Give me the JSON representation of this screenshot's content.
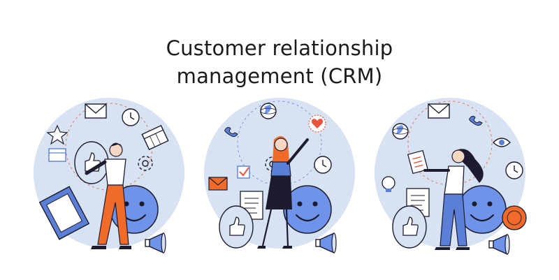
{
  "title": {
    "line1": "Customer relationship",
    "line2": "management (CRM)"
  },
  "colors": {
    "circle_bg": "#d7e2f3",
    "accent_blue": "#5b7fd6",
    "smiley_blue": "#6f93e8",
    "orange": "#f06a2a",
    "heart_red": "#e9553b",
    "ink": "#1c1c2e"
  },
  "illustrations": [
    {
      "name": "crm-scene-man-holding-thumbs-up",
      "icons": [
        "envelope-icon",
        "alarm-clock-icon",
        "star-icon",
        "calendar-icon",
        "browser-window-icon",
        "gears-icon",
        "thumbs-up-icon",
        "document-icon",
        "smiley-icon",
        "megaphone-icon"
      ]
    },
    {
      "name": "crm-scene-woman-touching-heart",
      "icons": [
        "globe-icon",
        "phone-icon",
        "heart-icon",
        "gear-icon",
        "checkbox-icon",
        "envelope-icon",
        "document-icon",
        "thumbs-up-icon",
        "smiley-icon",
        "megaphone-icon",
        "clock-icon"
      ]
    },
    {
      "name": "crm-scene-woman-with-checklist",
      "icons": [
        "envelope-icon",
        "phone-icon",
        "globe-icon",
        "eye-icon",
        "lightbulb-icon",
        "alarm-clock-icon",
        "document-icon",
        "thumbs-up-icon",
        "smiley-icon",
        "coin-icon",
        "megaphone-icon"
      ]
    }
  ]
}
